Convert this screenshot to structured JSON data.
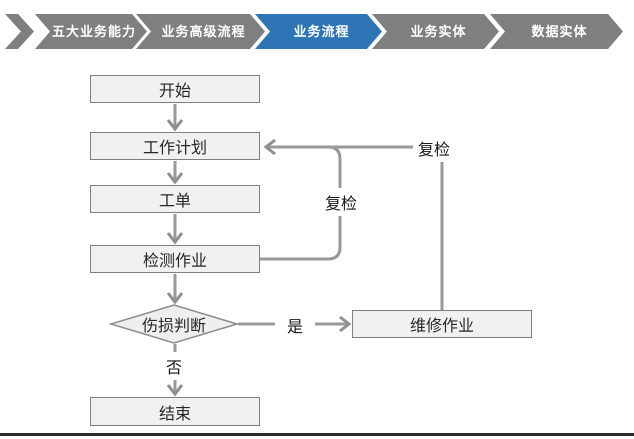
{
  "nav": {
    "items": [
      {
        "label": "五大业务能力",
        "active": false
      },
      {
        "label": "业务高级流程",
        "active": false
      },
      {
        "label": "业务流程",
        "active": true
      },
      {
        "label": "业务实体",
        "active": false
      },
      {
        "label": "数据实体",
        "active": false
      }
    ]
  },
  "flow": {
    "nodes": [
      {
        "id": "start",
        "label": "开始",
        "shape": "rect"
      },
      {
        "id": "work-plan",
        "label": "工作计划",
        "shape": "rect"
      },
      {
        "id": "work-order",
        "label": "工单",
        "shape": "rect"
      },
      {
        "id": "inspection",
        "label": "检测作业",
        "shape": "rect"
      },
      {
        "id": "damage-decision",
        "label": "伤损判断",
        "shape": "diamond"
      },
      {
        "id": "repair",
        "label": "维修作业",
        "shape": "rect"
      },
      {
        "id": "end",
        "label": "结束",
        "shape": "rect"
      }
    ],
    "edge_labels": {
      "recheck_inner": "复检",
      "recheck_outer": "复检",
      "yes": "是",
      "no": "否"
    }
  },
  "colors": {
    "nav_gray": "#7F7F7F",
    "nav_active": "#2E75B6",
    "line_gray": "#999999",
    "node_fill": "#F1F1F1",
    "node_border": "#7F7F7F",
    "node_text": "#262626",
    "label_text": "#1A1A1A",
    "rule": "#2B2B2B"
  }
}
